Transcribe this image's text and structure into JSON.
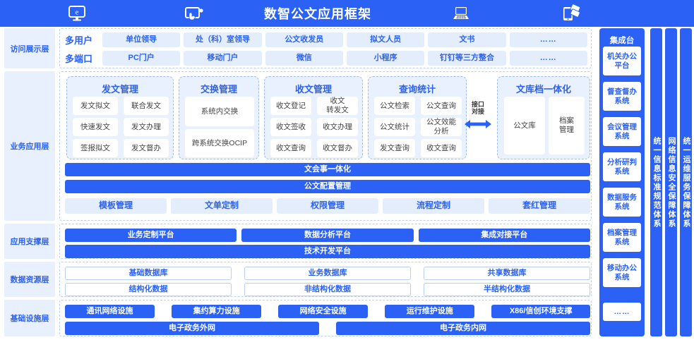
{
  "header": {
    "title": "数智公文应用框架",
    "icons": [
      "desktop-e-icon",
      "touchscreen-hand-icon",
      "laptop-icon",
      "mobile-devices-icon"
    ]
  },
  "colors": {
    "brand_blue": "#2b62f5",
    "light_blue": "#e4edfc",
    "card_bg": "#eaf1fe",
    "label_bg": "#e8effd",
    "dash_border": "#b9cdf5"
  },
  "layers": {
    "access": {
      "label": "访问展示层",
      "rows": [
        {
          "key": "多用户",
          "items": [
            "单位领导",
            "处（科）室领导",
            "公文收发员",
            "拟文人员",
            "文书",
            "……"
          ]
        },
        {
          "key": "多端口",
          "items": [
            "PC门户",
            "移动门户",
            "微信",
            "小程序",
            "钉钉等三方整合",
            "……"
          ]
        }
      ]
    },
    "business": {
      "label": "业务应用层",
      "cards": [
        {
          "title": "发文管理",
          "cols": 2,
          "items": [
            "发文拟文",
            "联合发文",
            "快速发文",
            "发文办理",
            "签报拟文",
            "发文督办"
          ]
        },
        {
          "title": "交换管理",
          "cols": 1,
          "items": [
            "系统内交换",
            "跨系统交换OCIP"
          ]
        },
        {
          "title": "收文管理",
          "cols": 2,
          "items": [
            "收文登记",
            "收文\n转发文",
            "收文签收",
            "收文办理",
            "收文查询",
            "收文督办"
          ]
        },
        {
          "title": "查询统计",
          "cols": 2,
          "items": [
            "公文检索",
            "公文查询",
            "公文统计",
            "公文效能\n分析",
            "发文查询",
            "收文查询"
          ]
        },
        {
          "title": "文库档一体化",
          "cols": 2,
          "items": [
            "公文库",
            "档案\n管理"
          ]
        }
      ],
      "connector": {
        "label": "接口\n对接",
        "icon": "double-arrow-icon"
      },
      "bars": [
        {
          "text": "文会事一体化",
          "style": "blue"
        },
        {
          "text": "公文配置管理",
          "style": "blue"
        }
      ],
      "config_items": [
        "模板管理",
        "文单定制",
        "权限管理",
        "流程定制",
        "套红管理"
      ]
    },
    "support": {
      "label": "应用支撑层",
      "top_items": [
        "业务定制平台",
        "数据分析平台",
        "集成对接平台"
      ],
      "bottom_item": "技术开发平台"
    },
    "data": {
      "label": "数据资源层",
      "top_items": [
        "基础数据库",
        "业务数据库",
        "共享数据库"
      ],
      "bottom_items": [
        "结构化数据",
        "非结构化数据",
        "半结构化数据"
      ]
    },
    "infra": {
      "label": "基础设施层",
      "top_items": [
        "通讯网络设施",
        "集约算力设施",
        "网络安全设施",
        "运行维护设施",
        "X86/信创环境支撑"
      ],
      "bottom_items": [
        "电子政务外网",
        "电子政务内网"
      ]
    }
  },
  "integration": {
    "title": "集成台",
    "items": [
      "机关办公\n平台",
      "督查督办\n系统",
      "会议管理\n系统",
      "分析研判\n系统",
      "数据服务\n系统",
      "档案管理\n系统",
      "移动办公\n系统",
      "……"
    ]
  },
  "side_bars": [
    "统一信息标准规范体系",
    "网络信息安全保障体系",
    "统一运维服务保障体系"
  ]
}
